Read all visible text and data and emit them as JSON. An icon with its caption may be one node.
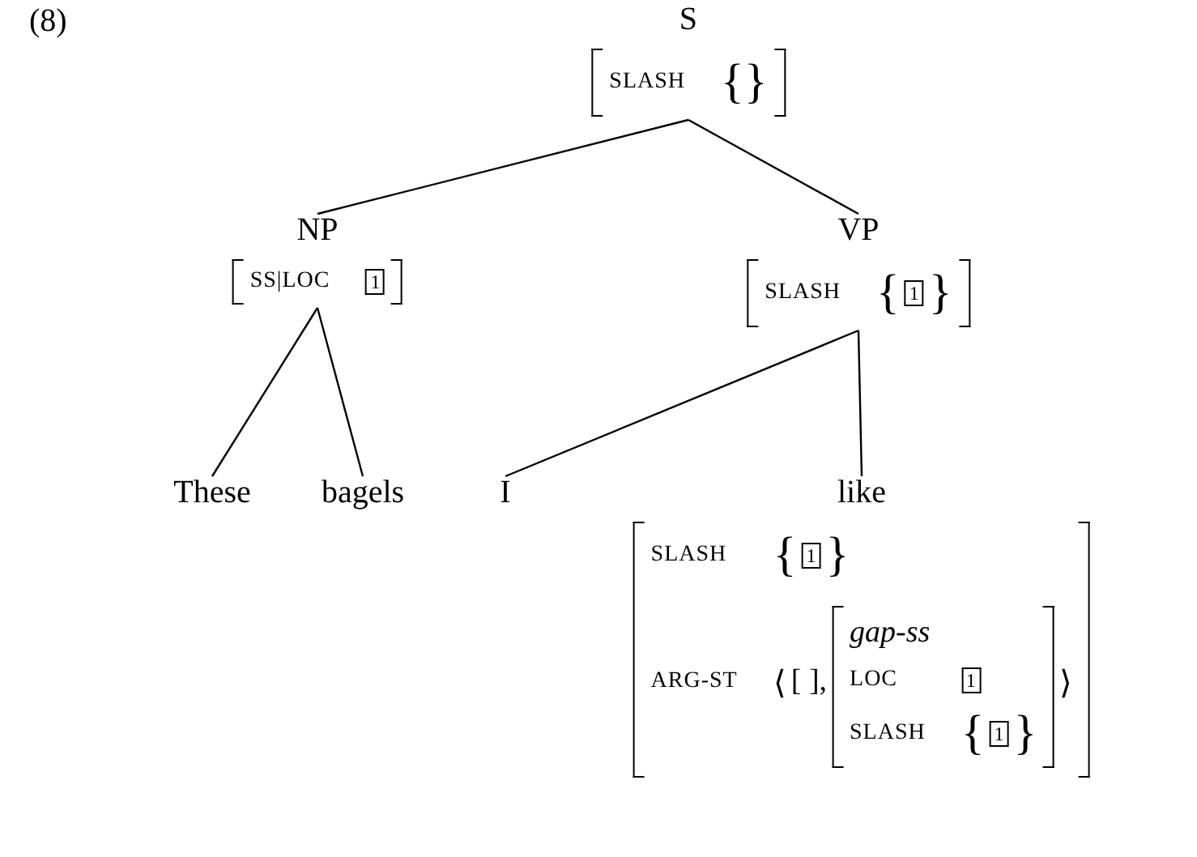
{
  "diagram": {
    "nodes": [
      {
        "text": [
          "S",
          "SLASH",
          "{}"
        ]
      },
      {
        "text": [
          "NP",
          "SS|LOC",
          "1"
        ]
      },
      {
        "text": [
          "VP",
          "SLASH",
          "{",
          "1",
          "}"
        ]
      },
      {
        "text": [
          "These"
        ]
      },
      {
        "text": [
          "bagels"
        ]
      },
      {
        "text": [
          "I"
        ]
      },
      {
        "text": [
          "like",
          "SLASH",
          "{",
          "1",
          "}",
          "ARG-ST",
          "⟨",
          "[ ],",
          "gap-ss",
          "LOC",
          "1",
          "SLASH",
          "{",
          "1",
          "}",
          "⟩"
        ]
      }
    ],
    "edges": [
      {
        "from": 0,
        "to": 1,
        "arrow": "none"
      },
      {
        "from": 0,
        "to": 2,
        "arrow": "none"
      },
      {
        "from": 1,
        "to": 3,
        "arrow": "none"
      },
      {
        "from": 1,
        "to": 4,
        "arrow": "none"
      },
      {
        "from": 2,
        "to": 5,
        "arrow": "none"
      },
      {
        "from": 2,
        "to": 6,
        "arrow": "none"
      }
    ],
    "labels": [
      "(8)"
    ]
  }
}
